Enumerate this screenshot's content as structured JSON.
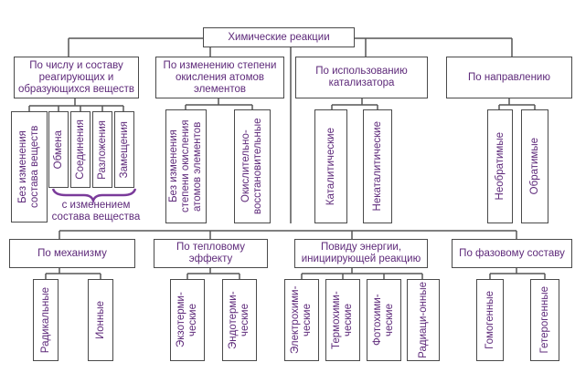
{
  "root_title": "Химические реакции",
  "top_categories": [
    {
      "label": "По числу и составу реагирующих и образующихся веществ",
      "children": [
        "Без изменения состава веществ",
        "Обмена",
        "Соединения",
        "Разложения",
        "Замещения"
      ],
      "brace_note": "с изменением состава вещества"
    },
    {
      "label": "По изменению степени окисления атомов элементов",
      "children": [
        "Без изменения степени окисления атомов элементов",
        "Окислительно-восстановительные"
      ]
    },
    {
      "label": "По использованию катализатора",
      "children": [
        "Каталитические",
        "Некаталитические"
      ]
    },
    {
      "label": "По направлению",
      "children": [
        "Необратимые",
        "Обратимые"
      ]
    }
  ],
  "bottom_categories": [
    {
      "label": "По механизму",
      "children": [
        "Радикальные",
        "Ионные"
      ]
    },
    {
      "label": "По тепловому эффекту",
      "children": [
        "Экзотерми-ческие",
        "Эндотерми-ческие"
      ]
    },
    {
      "label": "Повиду энергии, инициирующей реакцию",
      "children": [
        "Электрохими-ческие",
        "Термохими-ческие",
        "Фотохими-ческие",
        "Радиаци-онные"
      ]
    },
    {
      "label": "По фазовому составу",
      "children": [
        "Гомогенные",
        "Гетерогенные"
      ]
    }
  ],
  "colors": {
    "text": "#5e2a7a",
    "border": "#4a4a4a",
    "brace": "#7a3a9a"
  }
}
